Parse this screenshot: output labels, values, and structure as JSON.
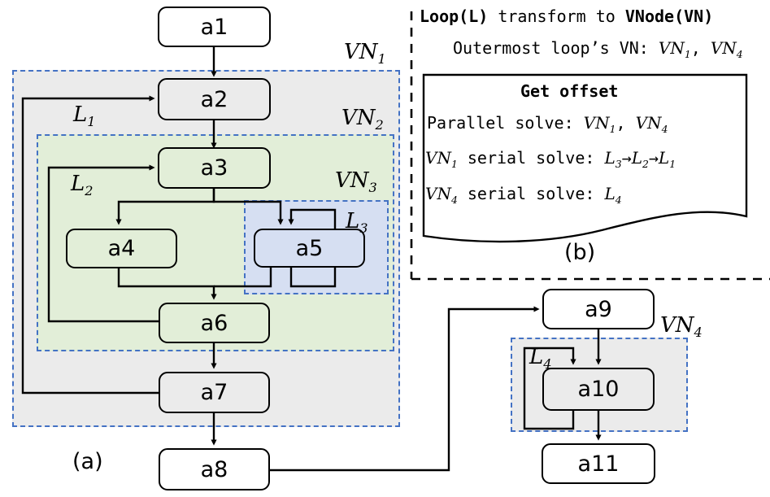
{
  "figure": {
    "caption_a": "(a)",
    "caption_b": "(b)"
  },
  "colors": {
    "vn1_fill": "#ebebeb",
    "vn2_fill": "#e2eed8",
    "vn3_fill": "#d6dff2",
    "vn4_fill": "#ebebeb",
    "group_border": "#4472c4",
    "edge": "#000000",
    "node_border": "#000000"
  },
  "flowchart": {
    "nodes": [
      {
        "id": "a1",
        "label": "a1",
        "fill": "white"
      },
      {
        "id": "a2",
        "label": "a2",
        "fill": "gray"
      },
      {
        "id": "a3",
        "label": "a3",
        "fill": "green"
      },
      {
        "id": "a4",
        "label": "a4",
        "fill": "green"
      },
      {
        "id": "a5",
        "label": "a5",
        "fill": "blue"
      },
      {
        "id": "a6",
        "label": "a6",
        "fill": "green"
      },
      {
        "id": "a7",
        "label": "a7",
        "fill": "gray"
      },
      {
        "id": "a8",
        "label": "a8",
        "fill": "white"
      },
      {
        "id": "a9",
        "label": "a9",
        "fill": "white"
      },
      {
        "id": "a10",
        "label": "a10",
        "fill": "gray"
      },
      {
        "id": "a11",
        "label": "a11",
        "fill": "white"
      }
    ],
    "groups": [
      {
        "id": "VN1",
        "label": "VN",
        "sub": "1"
      },
      {
        "id": "VN2",
        "label": "VN",
        "sub": "2"
      },
      {
        "id": "VN3",
        "label": "VN",
        "sub": "3"
      },
      {
        "id": "VN4",
        "label": "VN",
        "sub": "4"
      }
    ],
    "loops": [
      {
        "id": "L1",
        "label": "L",
        "sub": "1",
        "from": "a7",
        "to": "a2"
      },
      {
        "id": "L2",
        "label": "L",
        "sub": "2",
        "from": "a6",
        "to": "a3"
      },
      {
        "id": "L3",
        "label": "L",
        "sub": "3",
        "from": "a5",
        "to": "a5"
      },
      {
        "id": "L4",
        "label": "L",
        "sub": "4",
        "from": "a10",
        "to": "a10"
      }
    ],
    "edges": [
      {
        "from": "a1",
        "to": "a2"
      },
      {
        "from": "a2",
        "to": "a3"
      },
      {
        "from": "a3",
        "to": "a4"
      },
      {
        "from": "a3",
        "to": "a5"
      },
      {
        "from": "a4",
        "to": "a6"
      },
      {
        "from": "a5",
        "to": "a6"
      },
      {
        "from": "a6",
        "to": "a7"
      },
      {
        "from": "a7",
        "to": "a8"
      },
      {
        "from": "a8",
        "to": "a9"
      },
      {
        "from": "a9",
        "to": "a10"
      },
      {
        "from": "a10",
        "to": "a11"
      }
    ]
  },
  "panel_b": {
    "line1_pre": "Loop(L)",
    "line1_mid": " transform to ",
    "line1_post": "VNode(VN)",
    "line2_pre": "Outermost loop’s VN:",
    "line2_vn_a": "VN",
    "line2_vn_a_sub": "1",
    "line2_sep": ",",
    "line2_vn_b": "VN",
    "line2_vn_b_sub": "4",
    "box_title": "Get offset",
    "row1_label": "Parallel solve:",
    "row1_v1": "VN",
    "row1_v1_sub": "1",
    "row1_sep": ",",
    "row1_v2": "VN",
    "row1_v2_sub": "4",
    "row2_v": "VN",
    "row2_v_sub": "1",
    "row2_label": "serial solve:",
    "row2_l1": "L",
    "row2_l1_sub": "3",
    "row2_arrow1": "→",
    "row2_l2": "L",
    "row2_l2_sub": "2",
    "row2_arrow2": "→",
    "row2_l3": "L",
    "row2_l3_sub": "1",
    "row3_v": "VN",
    "row3_v_sub": "4",
    "row3_label": "serial solve:",
    "row3_l1": "L",
    "row3_l1_sub": "4"
  }
}
